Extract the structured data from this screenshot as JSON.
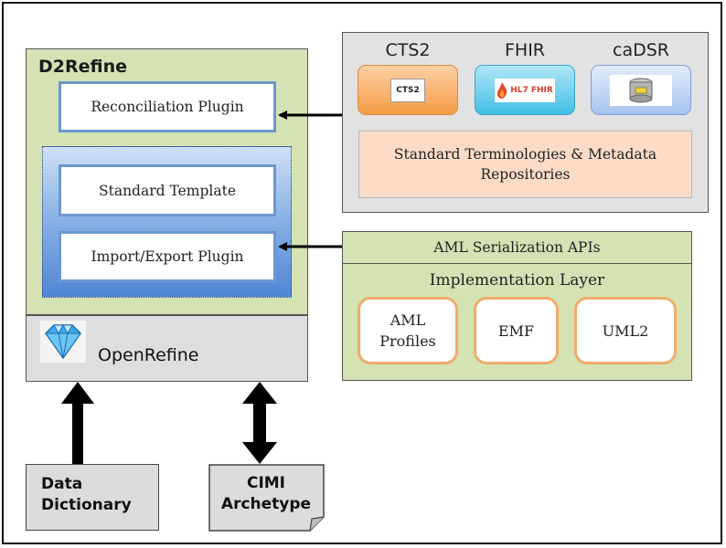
{
  "d2refine": {
    "title": "D2Refine",
    "reconciliation_plugin": "Reconciliation Plugin",
    "standard_template": "Standard Template",
    "import_export_plugin": "Import/Export Plugin"
  },
  "openrefine": {
    "title": "OpenRefine"
  },
  "repositories": {
    "cts2": {
      "label": "CTS2",
      "logo_text": "CTS2",
      "color": "#f5a24e"
    },
    "fhir": {
      "label": "FHIR",
      "logo_text": "HL7 FHIR",
      "color": "#4dc3e6"
    },
    "cadsr": {
      "label": "caDSR",
      "color": "#b7cff3"
    },
    "description_line1": "Standard Terminologies & Metadata",
    "description_line2": "Repositories"
  },
  "aml": {
    "serialization": "AML Serialization APIs",
    "implementation_layer": "Implementation Layer",
    "aml_profiles_line1": "AML",
    "aml_profiles_line2": "Profiles",
    "emf": "EMF",
    "uml2": "UML2"
  },
  "inputs": {
    "data_dictionary_line1": "Data",
    "data_dictionary_line2": "Dictionary",
    "cimi_line1": "CIMI",
    "cimi_line2": "Archetype"
  }
}
